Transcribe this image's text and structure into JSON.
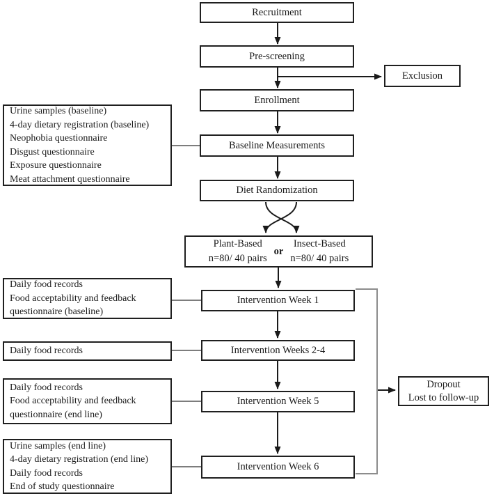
{
  "diagram": {
    "title": "study-flow-diagram",
    "main_flow": [
      {
        "id": "recruitment",
        "label": "Recruitment"
      },
      {
        "id": "pre_screening",
        "label": "Pre-screening"
      },
      {
        "id": "enrollment",
        "label": "Enrollment"
      },
      {
        "id": "baseline_measurements",
        "label": "Baseline Measurements"
      },
      {
        "id": "diet_randomization",
        "label": "Diet Randomization"
      },
      {
        "id": "intervention_week_1",
        "label": "Intervention Week 1"
      },
      {
        "id": "intervention_weeks_2_4",
        "label": "Intervention Weeks 2-4"
      },
      {
        "id": "intervention_week_5",
        "label": "Intervention Week 5"
      },
      {
        "id": "intervention_week_6",
        "label": "Intervention Week 6"
      }
    ],
    "randomization": {
      "left_arm": {
        "name": "Plant-Based",
        "n": "n=80/ 40 pairs"
      },
      "connector": "or",
      "right_arm": {
        "name": "Insect-Based",
        "n": "n=80/ 40 pairs"
      }
    },
    "side_boxes": {
      "exclusion": {
        "label": "Exclusion"
      },
      "dropout": {
        "line1": "Dropout",
        "line2": "Lost to follow-up"
      }
    },
    "annotation_boxes": [
      {
        "target": "baseline_measurements",
        "lines": [
          "Urine samples (baseline)",
          "4-day dietary registration (baseline)",
          "Neophobia questionnaire",
          "Disgust questionnaire",
          "Exposure questionnaire",
          "Meat attachment questionnaire"
        ]
      },
      {
        "target": "intervention_week_1",
        "lines": [
          "Daily food records",
          "Food acceptability and feedback",
          "questionnaire (baseline)"
        ]
      },
      {
        "target": "intervention_weeks_2_4",
        "lines": [
          "Daily food records"
        ]
      },
      {
        "target": "intervention_week_5",
        "lines": [
          "Daily food records",
          "Food acceptability and feedback",
          "questionnaire (end line)"
        ]
      },
      {
        "target": "intervention_week_6",
        "lines": [
          "Urine samples (end line)",
          "4-day dietary registration (end line)",
          "Daily food records",
          "End of study questionnaire"
        ]
      }
    ],
    "colors": {
      "flow_line": "#1a1a1a",
      "side_connector": "#7d7d7d",
      "bracket": "#8c8c8c",
      "border": "#1f1f1f",
      "background": "#ffffff"
    }
  }
}
